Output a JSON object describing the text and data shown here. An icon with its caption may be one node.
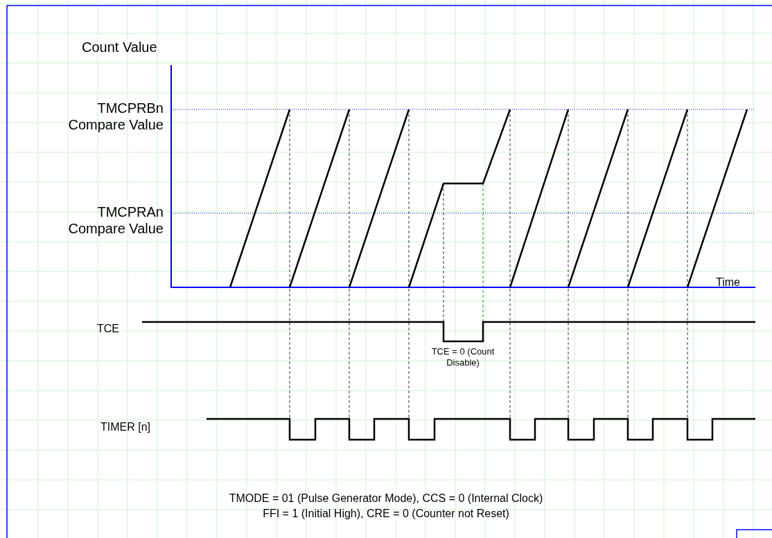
{
  "diagram": {
    "labels": [
      "Count Value",
      "TMCPRBn Compare Value",
      "TMCPRAn Compare Value",
      "Time",
      "TCE",
      "TCE = 0 (Count Disable)",
      "TIMER [n]",
      "TMODE = 01 (Pulse Generator Mode), CCS = 0 (Internal Clock)",
      "FFI = 1 (Initial High), CRE = 0 (Counter not Reset)"
    ]
  }
}
